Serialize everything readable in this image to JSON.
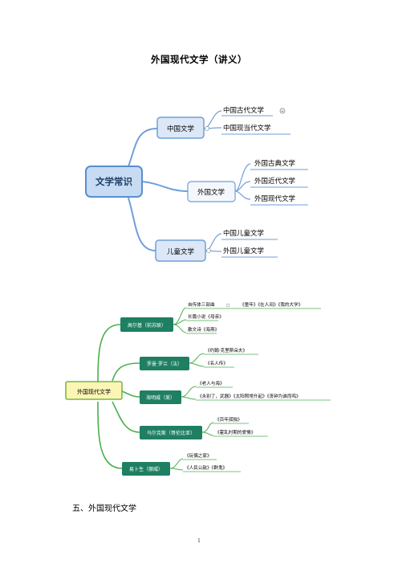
{
  "doc_title": "外国现代文学（讲义）",
  "map1": {
    "root": "文学常识",
    "branches": [
      {
        "label": "中国文学",
        "children": [
          "中国古代文学",
          "中国现当代文学"
        ]
      },
      {
        "label": "外国文学",
        "children": [
          "外国古典文学",
          "外国近代文学",
          "外国现代文学"
        ]
      },
      {
        "label": "儿童文学",
        "children": [
          "中国儿童文学",
          "外国儿童文学"
        ]
      }
    ]
  },
  "map2": {
    "root": "外国现代文学",
    "authors": [
      {
        "name": "高尔基（前苏联）",
        "works": [
          "自传体三部曲",
          "《童年》《在人间》《我的大学》",
          "长篇小说《母亲》",
          "散文诗《海燕》"
        ]
      },
      {
        "name": "罗曼·罗兰（法）",
        "works": [
          "《约翰·克里斯朵夫》",
          "《名人传》"
        ]
      },
      {
        "name": "海明威（美）",
        "works": [
          "《老人与海》",
          "《永别了，武器》《太阳照常升起》《丧钟为谁而鸣》"
        ]
      },
      {
        "name": "马尔克斯（哥伦比亚）",
        "works": [
          "《百年孤独》",
          "《霍乱时期的爱情》"
        ]
      },
      {
        "name": "易卜生（挪威）",
        "works": [
          "《玩偶之家》",
          "《人民公敌》《群鬼》"
        ]
      }
    ]
  },
  "section_heading": "五、外国现代文学",
  "page_number": "1"
}
